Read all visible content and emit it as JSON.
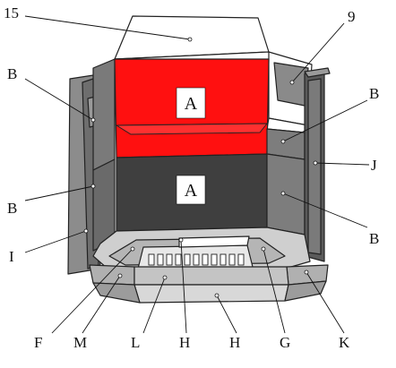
{
  "colors": {
    "panel_a_upper": "#ff1010",
    "panel_a_lower": "#3f3f3f",
    "side_b": "#7d7d7d",
    "side_b_dark": "#5f5f5f",
    "base_light": "#cfcfcf",
    "base_mid": "#b5b5b5",
    "outline": "#222222",
    "leader_dot": "#ffffff"
  },
  "labels": {
    "n15": "15",
    "n9": "9",
    "b_upper_left": "B",
    "b_upper_right": "B",
    "j": "J",
    "b_lower_left": "B",
    "b_lower_right": "B",
    "i": "I",
    "a_upper": "A",
    "a_lower": "A",
    "f": "F",
    "m": "M",
    "l": "L",
    "h_left": "H",
    "h_right": "H",
    "g": "G",
    "k": "K"
  }
}
